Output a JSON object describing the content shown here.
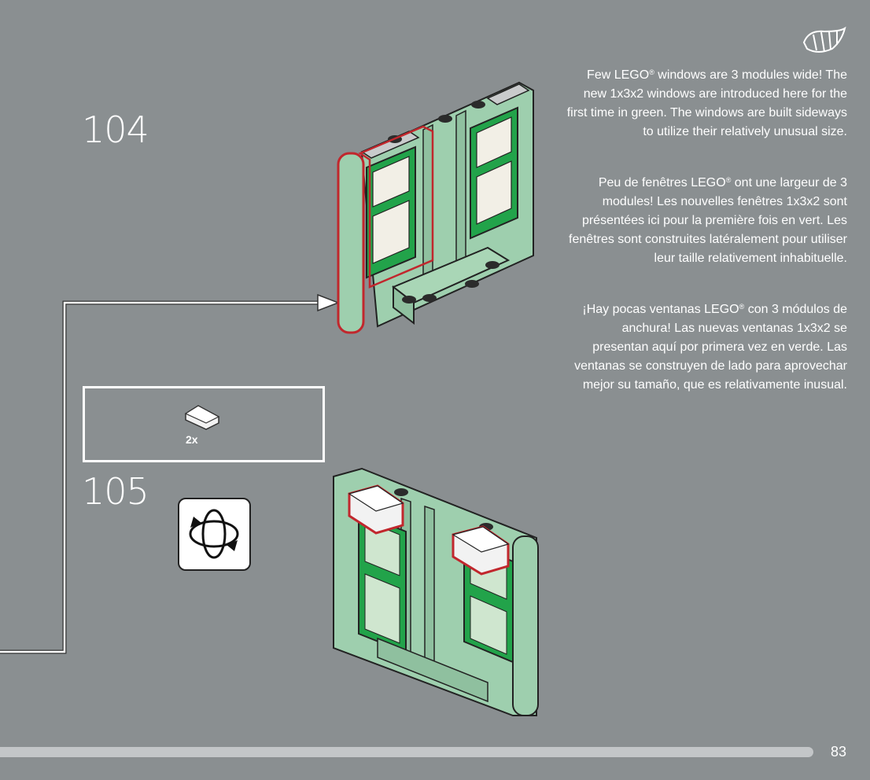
{
  "steps": {
    "step_a": "104",
    "step_b": "105"
  },
  "parts_callout": {
    "quantity": "2x",
    "part_icon": "slope-brick-icon"
  },
  "rotate_icon": "rotate-model-icon",
  "header_icon": "croissant-icon",
  "descriptions": {
    "en": [
      "Few LEGO",
      " windows are 3 modules wide! The new 1x3x2 windows are introduced here for the first time in green. The windows are built sideways to utilize their relatively unusual size."
    ],
    "fr": [
      "Peu de fenêtres LEGO",
      " ont une largeur de 3 modules! Les nouvelles fenêtres 1x3x2 sont présentées ici pour la première fois en vert. Les fenêtres sont construites latéralement pour utiliser leur taille relativement inhabituelle."
    ],
    "es": [
      "¡Hay pocas ventanas LEGO",
      " con 3 módulos de anchura! Las nuevas ventanas 1x3x2 se presentan aquí por primera vez en verde. Las ventanas se construyen de lado para aprovechar mejor su tamaño, que es relativamente inusual."
    ],
    "registered_mark": "®"
  },
  "page_number": "83",
  "colors": {
    "background": "#8a8f91",
    "sand_green": "#9ecfae",
    "window_green": "#22a34a",
    "highlight_red": "#c1272d"
  }
}
